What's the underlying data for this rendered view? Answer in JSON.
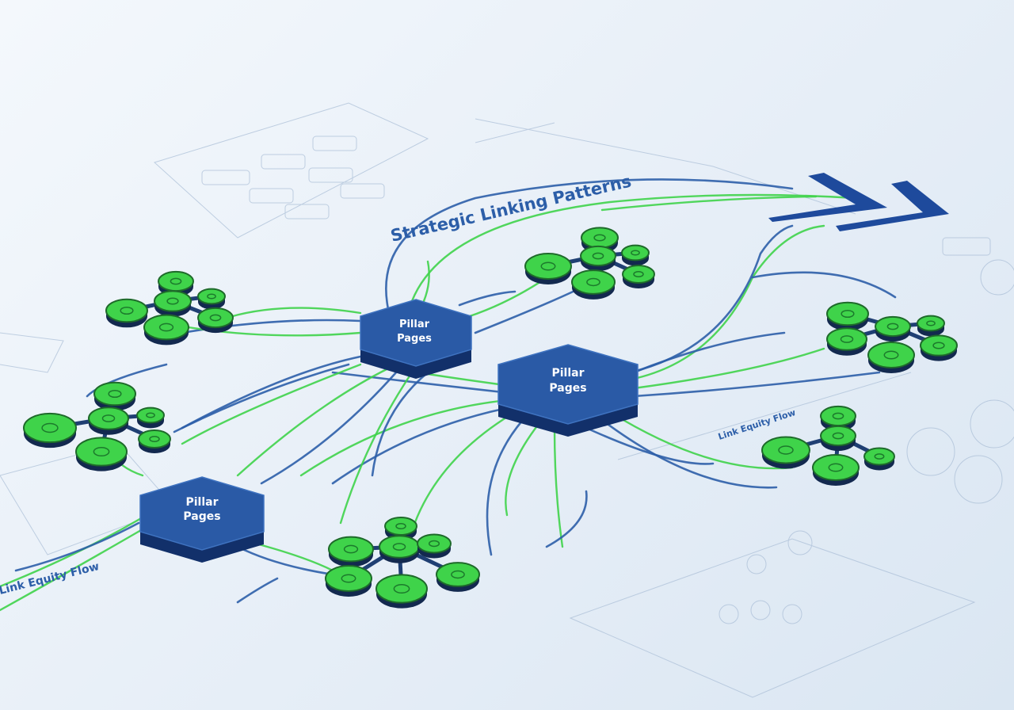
{
  "title": "Strategic Linking Patterns",
  "pillars": [
    {
      "label_line1": "Pillar",
      "label_line2": "Pages"
    },
    {
      "label_line1": "Pillar",
      "label_line2": "Pages"
    },
    {
      "label_line1": "Pillar",
      "label_line2": "Pages"
    }
  ],
  "flow_labels": {
    "bottom_left": "Link Equity Flow",
    "right": "Link Equity Flow"
  },
  "colors": {
    "blue": "#2c5ea8",
    "green": "#3fd34a",
    "hex_top": "#2a5aa6",
    "hex_side": "#12306a"
  }
}
